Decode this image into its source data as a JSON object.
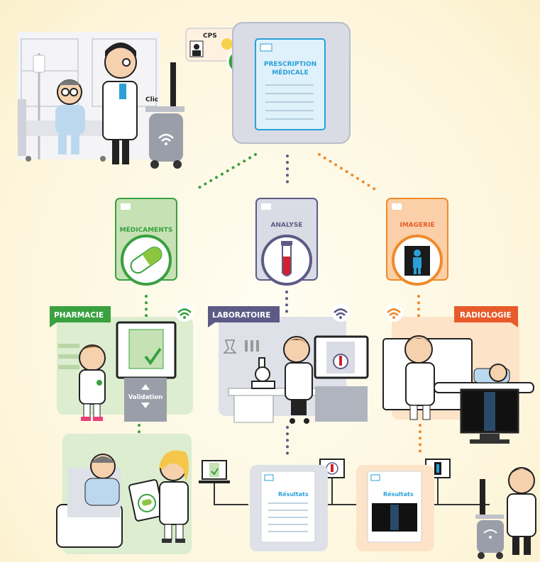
{
  "top": {
    "cps_label": "CPS",
    "clic_label": "Clic",
    "prescription_title_line1": "PRESCRIPTION",
    "prescription_title_line2": "MÉDICALE"
  },
  "cards": {
    "medicaments": "MÉDICAMENTS",
    "analyse": "ANALYSE",
    "imagerie": "IMAGERIE"
  },
  "zones": {
    "pharmacie": "PHARMACIE",
    "laboratoire": "LABORATOIRE",
    "radiologie": "RADIOLOGIE",
    "validation": "Validation"
  },
  "results": {
    "lab_label": "Résultats",
    "radio_label": "Résultats"
  },
  "colors": {
    "green": "#3aa040",
    "purple": "#5e5a86",
    "orange": "#f08a2c",
    "red_orange": "#e85a2a",
    "blue": "#2a9fd8",
    "grey_panel": "#d9dce4"
  }
}
